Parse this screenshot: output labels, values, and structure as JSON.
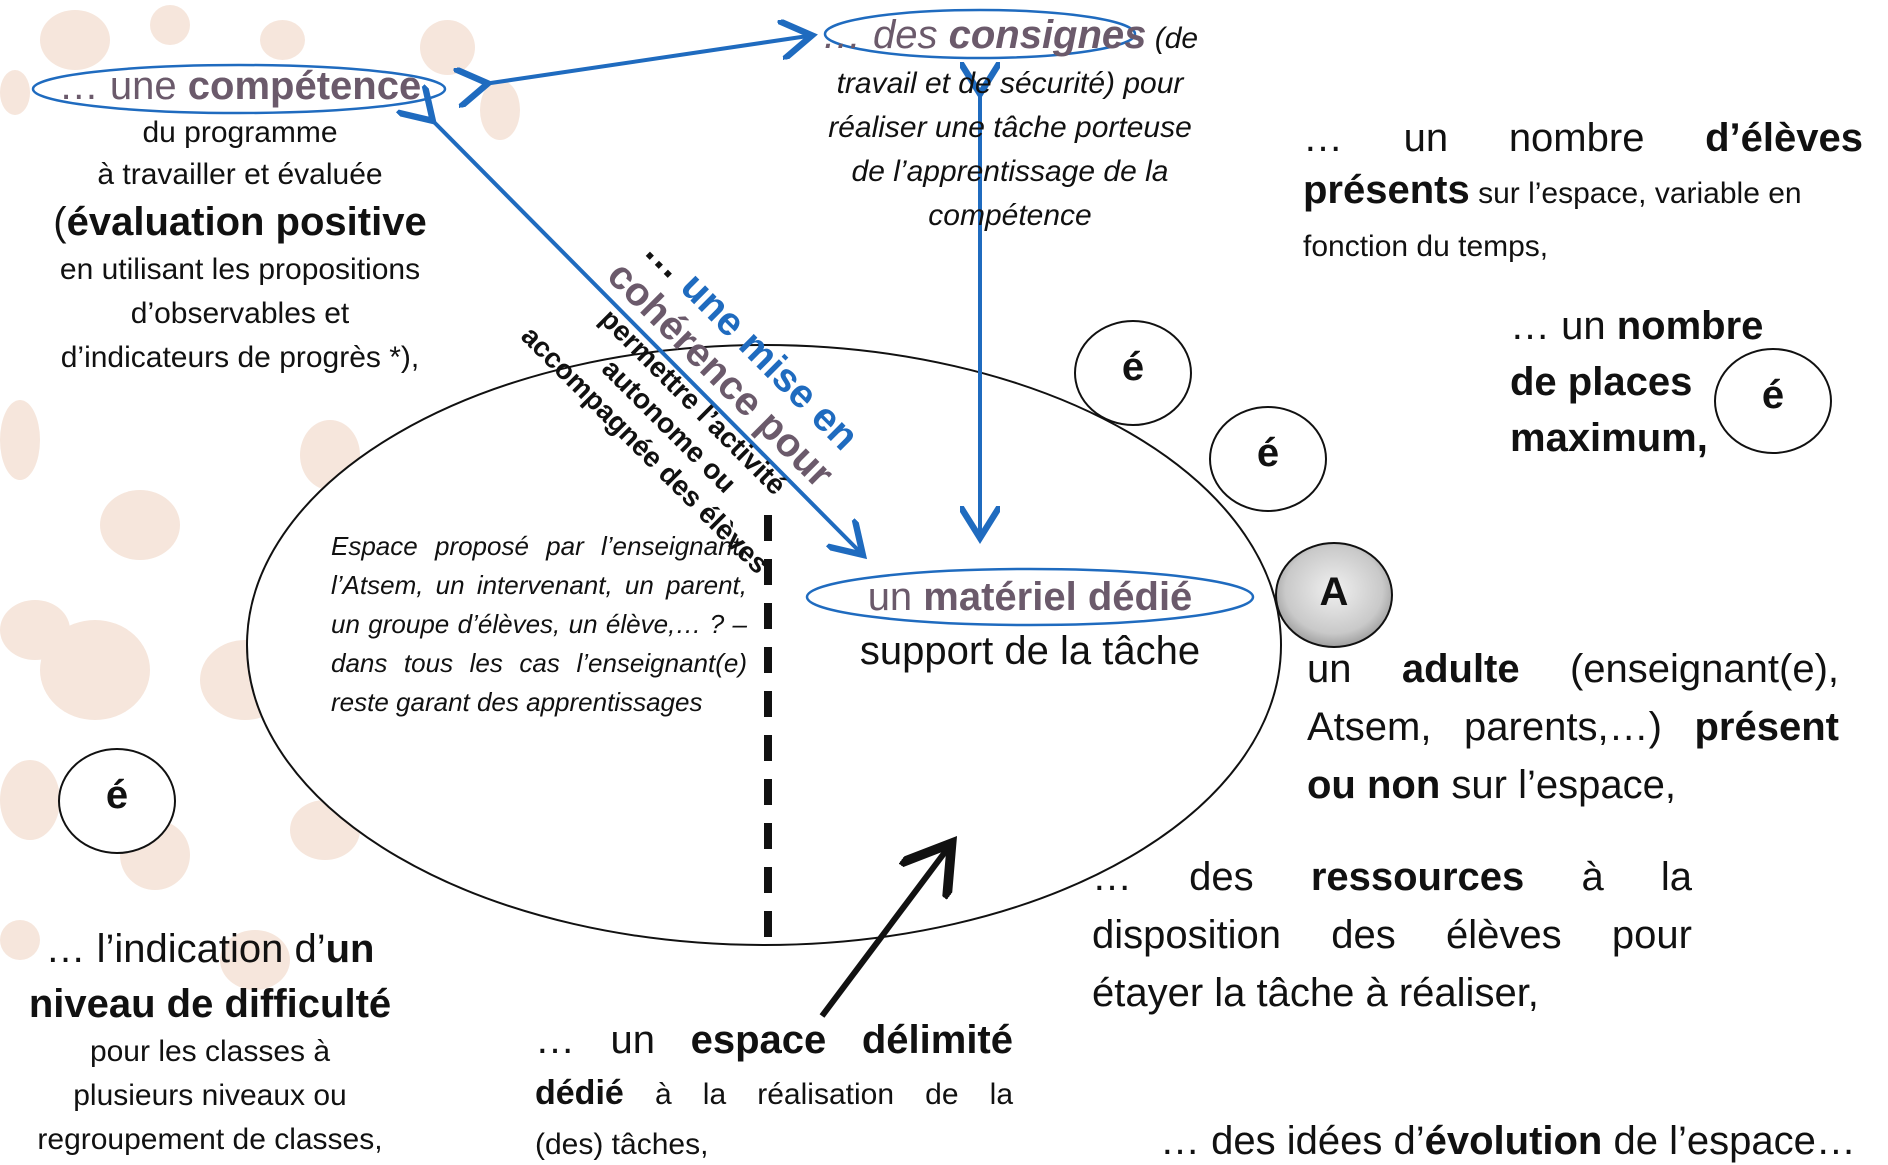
{
  "competence": {
    "prefix": "… une ",
    "keyword": "compétence",
    "line1": "du programme",
    "line2": "à travailler  et évaluée",
    "eval_open": "(",
    "eval_bold": "évaluation positive",
    "line3": "en utilisant les propositions",
    "line4": "d’observables  et",
    "line5": "d’indicateurs de progrès *),"
  },
  "consignes": {
    "prefix": "… des ",
    "keyword": "consignes",
    "suffix": " (de",
    "line1": "travail et de sécurité)  pour",
    "line2": "réaliser une  tâche porteuse",
    "line3": "de l’apprentissage de la",
    "line4": "compétence"
  },
  "coherence": {
    "line1_dots": "… ",
    "line1_blue": "une mise en",
    "line2": "cohérence pour",
    "line3": "permettre l’activité",
    "line4": "autonome ou",
    "line5": "accompagnée des élèves"
  },
  "eleves": {
    "prefix": "…",
    "word1": "un",
    "word2": "nombre",
    "bold1": "d’élèves",
    "bold2": "présents",
    "rest": " sur l’espace, variable en",
    "line3": "fonction du temps,"
  },
  "places": {
    "prefix": "… un ",
    "bold1": "nombre",
    "bold2": "de places",
    "bold3": "maximum,"
  },
  "espace_note": {
    "text": "Espace proposé par l’enseignant, l’Atsem, un intervenant, un parent, un groupe d’élèves, un élève,… ? – dans tous les cas l’enseignant(e) reste garant des apprentissages"
  },
  "materiel": {
    "prefix": "un ",
    "keyword": "matériel  dédié",
    "line2": "support de la tâche"
  },
  "badges": {
    "eleve": "é",
    "adulte": "A"
  },
  "adulte": {
    "prefix": "un ",
    "bold1": "adulte",
    "rest1": "  (enseignant(e),",
    "line2a": "Atsem,  parents,…) ",
    "bold2": "présent",
    "bold3": "ou non",
    "rest3": " sur l’espace,"
  },
  "ressources": {
    "line1": [
      "…",
      "des",
      "ressources",
      "à",
      "la"
    ],
    "line2": "disposition  des  élèves  pour",
    "line3": "étayer la tâche à réaliser,"
  },
  "difficulte": {
    "prefix": "… l’indication d’",
    "bold1": "un",
    "bold2": "niveau de difficulté",
    "line3": "pour les classes à",
    "line4": "plusieurs niveaux ou",
    "line5": "regroupement de classes,"
  },
  "espace_delimite": {
    "prefix": "…  un  ",
    "bold1": "espace  délimité",
    "bold2": "dédié",
    "rest": "  à la réalisation de la",
    "line3": "(des) tâches,"
  },
  "evolution": {
    "prefix": "… des idées d’",
    "bold": "évolution",
    "suffix": " de l’espace…"
  }
}
